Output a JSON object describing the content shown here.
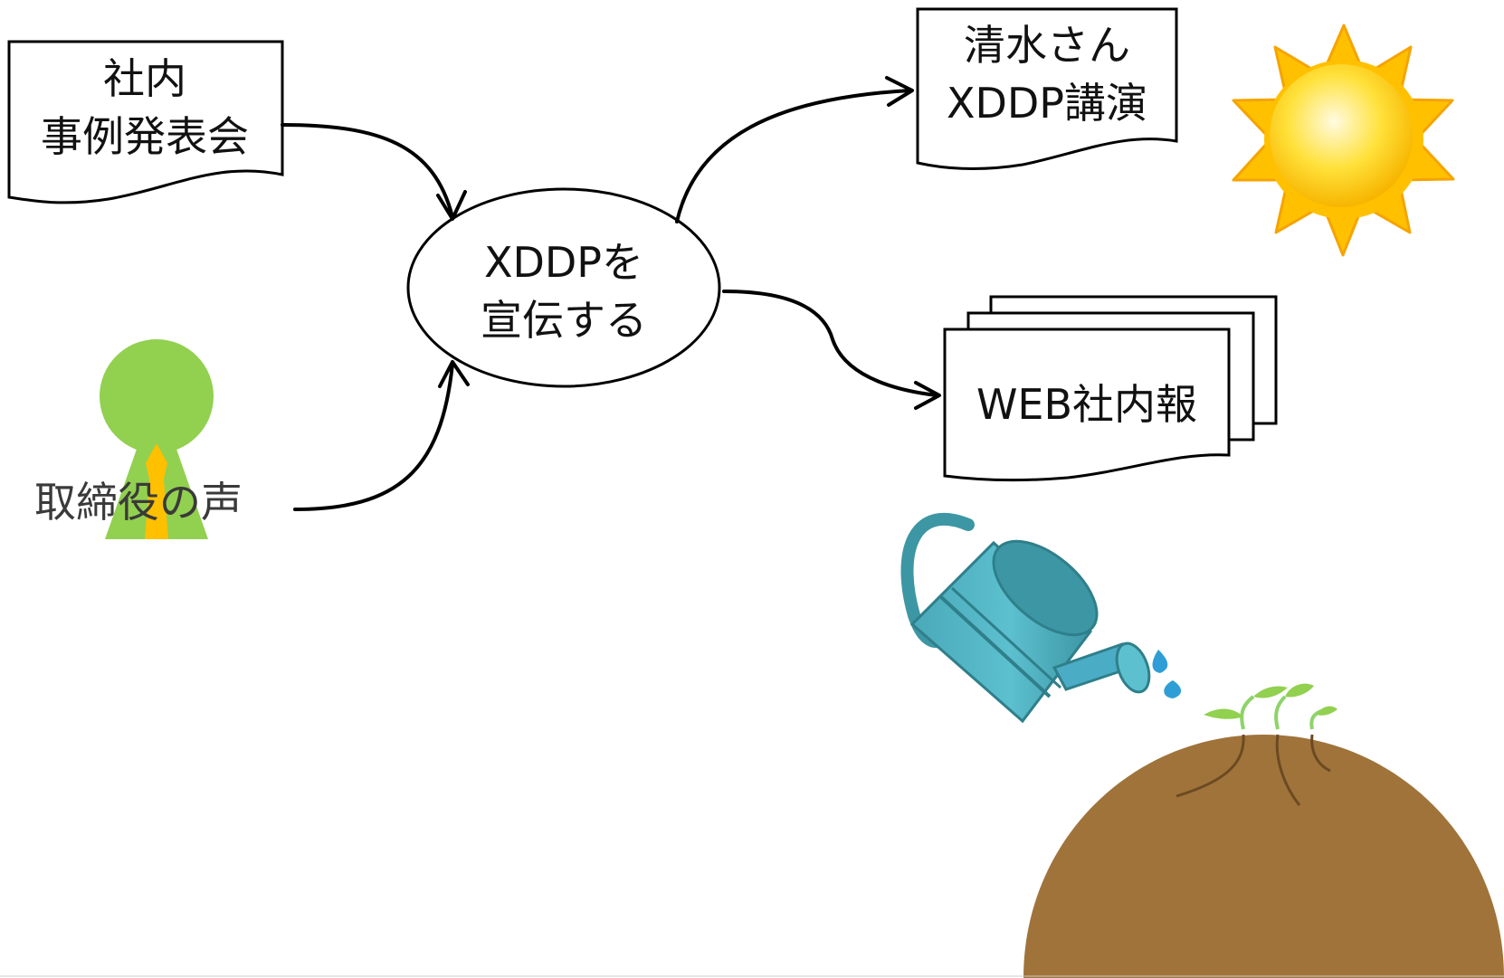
{
  "nodes": {
    "internal_case_presentation": {
      "line1": "社内",
      "line2": "事例発表会"
    },
    "promote_xddp": {
      "line1": "XDDPを",
      "line2": "宣伝する"
    },
    "shimizu_lecture": {
      "line1": "清水さん",
      "line2": "XDDP講演"
    },
    "web_newsletter": {
      "label": "WEB社内報"
    },
    "executive_voice": {
      "label": "取締役の声"
    }
  },
  "colors": {
    "person": "#92d050",
    "tie": "#ffc000",
    "sun_core": "#ffd200",
    "sun_rays": "#ffc000",
    "can": "#4bacc6",
    "soil": "#a0733a",
    "sprout": "#92d050"
  },
  "icons": {
    "person": "person-icon",
    "sun": "sun-icon",
    "watering_can": "watering-can-icon",
    "soil": "soil-mound-icon",
    "sprouts": "sprouts-icon"
  }
}
